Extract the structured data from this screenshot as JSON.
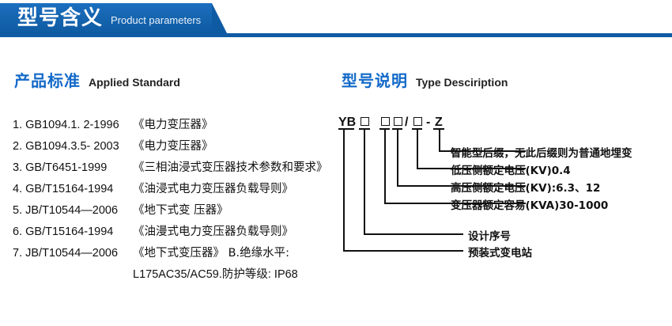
{
  "banner": {
    "title_cn": "型号含义",
    "title_en": "Product parameters",
    "accent": "#0f5ba3"
  },
  "sections": {
    "left": {
      "title_cn": "产品标准",
      "title_en": "Applied Standard",
      "accent": "#1269c8"
    },
    "right": {
      "title_cn": "型号说明",
      "title_en": "Type Desciription",
      "accent": "#1269c8"
    }
  },
  "standards": [
    {
      "index": "1.",
      "code": "GB1094.1. 2-1996",
      "name": "《电力变压器》"
    },
    {
      "index": "2.",
      "code": "GB1094.3.5- 2003",
      "name": "《电力变压器》"
    },
    {
      "index": "3.",
      "code": "GB/T6451-1999",
      "name": "《三相油浸式变压器技术参数和要求》"
    },
    {
      "index": "4.",
      "code": "GB/T15164-1994",
      "name": "《油浸式电力变压器负载导则》"
    },
    {
      "index": "5.",
      "code": "JB/T10544—2006",
      "name": "《地下式变 压器》"
    },
    {
      "index": "6.",
      "code": "GB/T15164-1994",
      "name": "《油漫式电力变压器负载导则》"
    },
    {
      "index": "7.",
      "code": "JB/T10544—2006",
      "name": "《地下式变压器》 B.绝缘水平:"
    },
    {
      "index": "",
      "code": "",
      "name": "L175AC35/AC59.防护等级: IP68"
    }
  ],
  "model_code": {
    "prefix": "YB",
    "slash": "/",
    "dash": "-",
    "suffix": "Z",
    "box_glyph": "□"
  },
  "callouts": [
    {
      "id": "smart-suffix",
      "text": "智能型后缀，无此后缀则为普通地埋变"
    },
    {
      "id": "lv-rated-voltage",
      "text": "低压侧额定电压(KV)0.4"
    },
    {
      "id": "hv-rated-voltage",
      "text": "高压侧额定电压(KV):6.3、12"
    },
    {
      "id": "rated-capacity",
      "text": "变压器额定容易(KVA)30-1000"
    },
    {
      "id": "design-serial",
      "text": "设计序号"
    },
    {
      "id": "prefab-substation",
      "text": "预装式变电站"
    }
  ]
}
